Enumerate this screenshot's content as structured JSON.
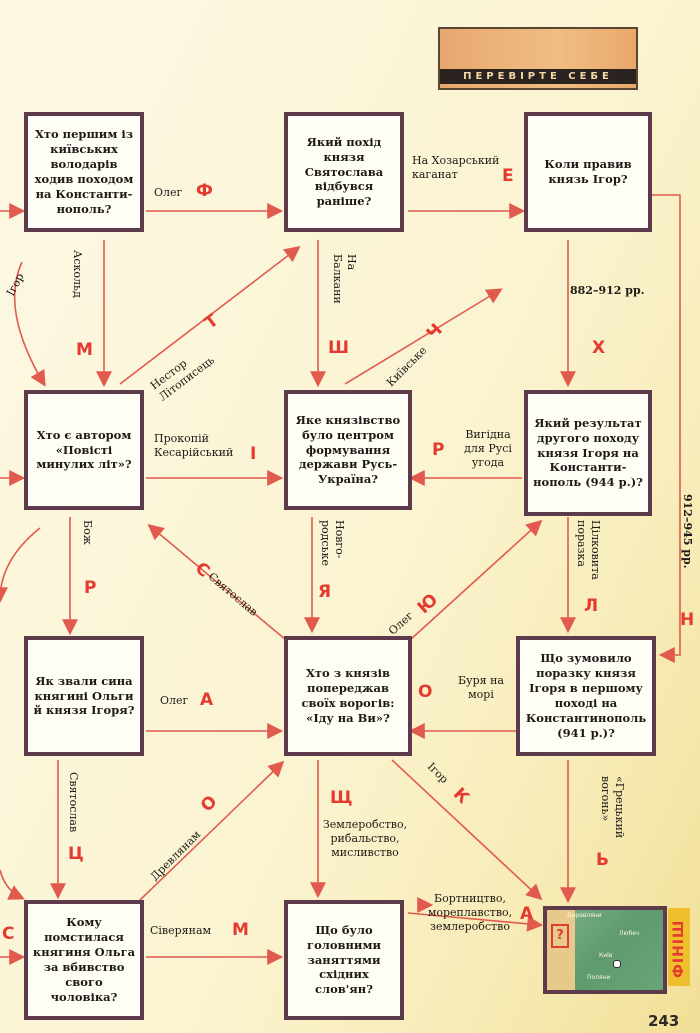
{
  "header": {
    "title": "ПЕРЕВІРТЕ СЕБЕ"
  },
  "questions": {
    "q1": "Хто першим із київських володарів ходив походом на Константи-нополь?",
    "q2": "Який похід князя Святослава відбувся раніше?",
    "q3": "Коли правив князь Ігор?",
    "q4": "Хто є автором «Повісті минулих літ»?",
    "q5": "Яке князівство було центром формування держави Русь-Україна?",
    "q6": "Який результат другого походу князя Ігоря на Константи-нополь (944 р.)?",
    "q7": "Як звали сина княгині Ольги й князя Ігоря?",
    "q8": "Хто з князів попереджав своїх ворогів: «Іду на Ви»?",
    "q9": "Що зумовило поразку князя Ігоря в першому поході на Константинополь (941 р.)?",
    "q10": "Кому помстилася княгиня Ольга за вбивство свого чоловіка?",
    "q11": "Що було головними заняттями східних слов'ян?"
  },
  "answers": {
    "oleg_1": "Олег",
    "ltr_oleg_1": "Ф",
    "ihor_left": "Ігор",
    "askold": "Аскольд",
    "ltr_askold": "М",
    "nestor": "Нестор Літописець",
    "ltr_nestor": "Т",
    "khazar": "На Хозарський каганат",
    "ltr_khazar": "Е",
    "balkany": "На Балкани",
    "ltr_balkany": "Ш",
    "kyivske": "Київське",
    "ltr_kyivske": "Ч",
    "years_882": "882–912 рр.",
    "ltr_years_882": "Х",
    "years_912": "912–945 рр.",
    "ltr_years_912": "Н",
    "prokopii": "Прокопій Кесарійський",
    "ltr_prokopii": "І",
    "vyhidna": "Вигідна для Русі угода",
    "ltr_vyhidna": "Р",
    "bozh": "Бож",
    "ltr_bozh": "Р",
    "svyatoslav_diag": "Святослав",
    "ltr_svyatoslav_diag": "С",
    "novgorod": "Новго-родське",
    "ltr_novgorod": "Я",
    "oleg_diag": "Олег",
    "ltr_oleg_diag": "Ю",
    "tsilkovyta": "Цілковита поразка",
    "ltr_tsilkovyta": "Л",
    "oleg_2": "Олег",
    "ltr_oleg_2": "А",
    "burya": "Буря на морі",
    "ltr_burya": "О",
    "svyatoslav_down": "Святослав",
    "ltr_svyatoslav_down": "Ц",
    "drevlyanam": "Древлянам",
    "ltr_drevlyanam": "О",
    "ihor_diag": "Ігор",
    "ltr_ihor_diag": "К",
    "greek_fire": "«Грецький вогонь»",
    "ltr_greek_fire": "Ь",
    "zemlerobstvo": "Землеробство, рибальство, мисливство",
    "ltr_zemlerobstvo": "Щ",
    "siveryanam": "Сіверянам",
    "ltr_siveryanam": "М",
    "bortnytstvo": "Бортництво, мореплавство, землеробство",
    "ltr_bortnytstvo": "А",
    "ltr_edge_1": "С"
  },
  "map": {
    "label_1": "Деревляни",
    "label_2": "Любеч",
    "label_3": "Київ",
    "label_4": "Поляни",
    "mark": "?"
  },
  "side_tab": {
    "text": "ФІНІШ"
  },
  "page_number": "243",
  "colors": {
    "arrow": "#e25a4e",
    "box_border": "#5e3b4a",
    "letter": "#e43a2f",
    "header_accent": "#f0bd83"
  }
}
